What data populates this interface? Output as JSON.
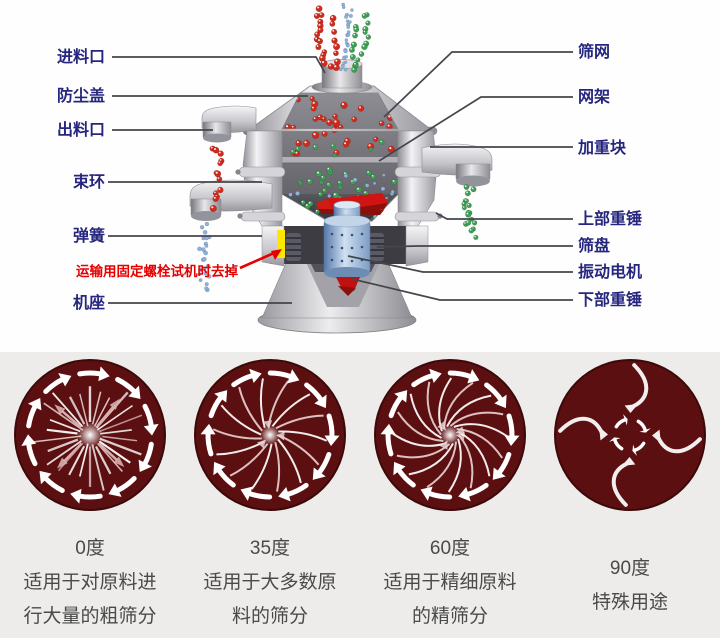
{
  "diagram": {
    "left_labels": [
      "进料口",
      "防尘盖",
      "出料口",
      "束环",
      "弹簧",
      "机座"
    ],
    "right_labels": [
      "筛网",
      "网架",
      "加重块",
      "上部重锤",
      "筛盘",
      "振动电机",
      "下部重锤"
    ],
    "warning_note": "运输用固定螺栓试机时去掉"
  },
  "angles": {
    "items": [
      {
        "degree": "0度",
        "desc_lines": [
          "适用于对原料进",
          "行大量的粗筛分"
        ]
      },
      {
        "degree": "35度",
        "desc_lines": [
          "适用于大多数原",
          "料的筛分"
        ]
      },
      {
        "degree": "60度",
        "desc_lines": [
          "适用于精细原料",
          "的精筛分"
        ]
      },
      {
        "degree": "90度",
        "desc_lines": [
          "特殊用途"
        ]
      }
    ]
  },
  "colors": {
    "label_blue": "#26267e",
    "warning_red": "#e60000",
    "leader_gray": "#45454d",
    "dial_maroon": "#5c0f10",
    "dial_arrow_white": "#ffffff",
    "particle_red": "#cf2b1d",
    "particle_green": "#3e9e53",
    "particle_blue": "#8fb2dd",
    "bolt_yellow": "#ffe600",
    "motor_blue": "#7d9cc4",
    "bottom_bg": "#edecea"
  }
}
